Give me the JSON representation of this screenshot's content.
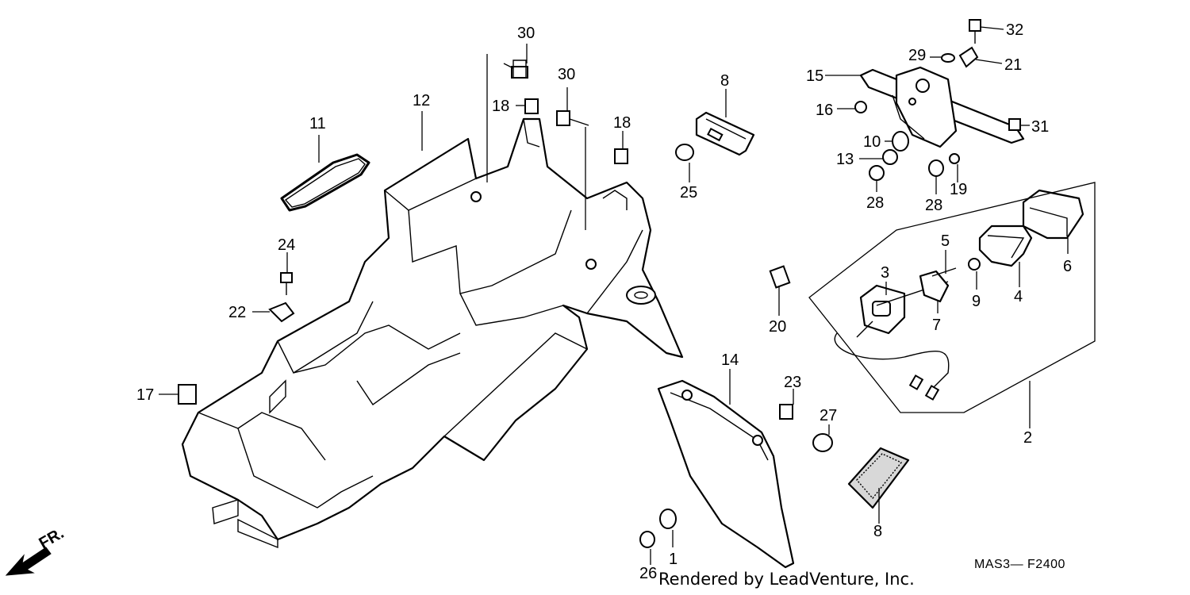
{
  "diagram": {
    "code": "MAS3— F2400",
    "watermark": "Rendered by LeadVenture, Inc.",
    "direction_label": "FR.",
    "callouts": {
      "c1": "1",
      "c2": "2",
      "c3": "3",
      "c4": "4",
      "c5": "5",
      "c6": "6",
      "c7": "7",
      "c8a": "8",
      "c8b": "8",
      "c9": "9",
      "c10": "10",
      "c11": "11",
      "c12": "12",
      "c13": "13",
      "c14": "14",
      "c15": "15",
      "c16": "16",
      "c17": "17",
      "c18a": "18",
      "c18b": "18",
      "c19": "19",
      "c20": "20",
      "c21": "21",
      "c22": "22",
      "c23": "23",
      "c24": "24",
      "c25": "25",
      "c26": "26",
      "c27": "27",
      "c28a": "28",
      "c28b": "28",
      "c29": "29",
      "c30a": "30",
      "c30b": "30",
      "c31": "31",
      "c32": "32"
    }
  }
}
